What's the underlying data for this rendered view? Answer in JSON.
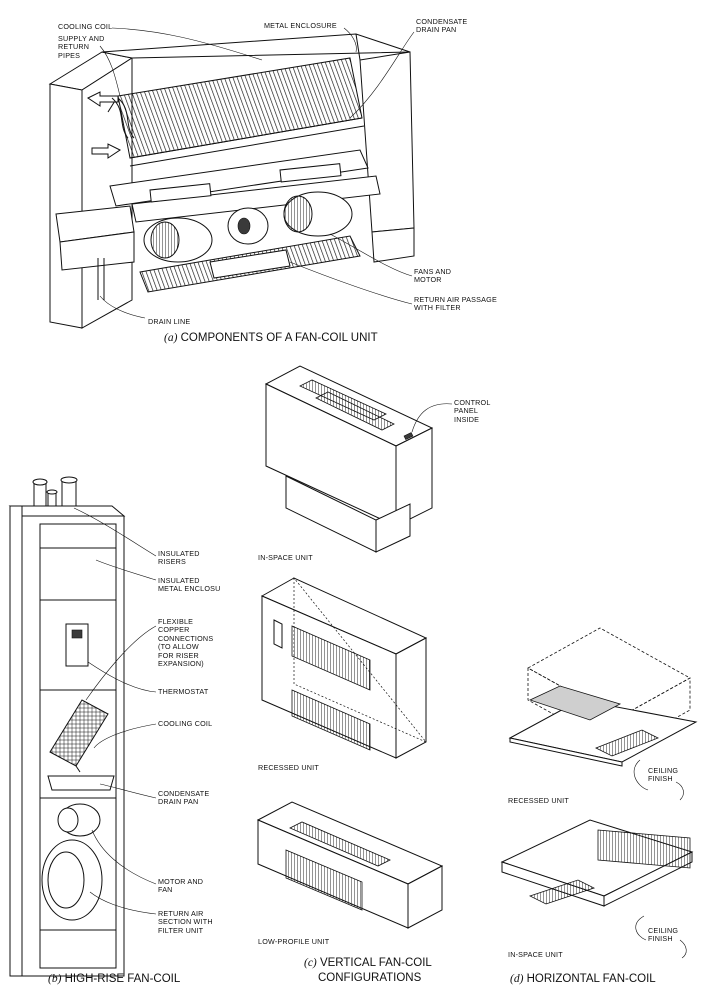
{
  "panel_a": {
    "labels": {
      "cooling_coil": "COOLING COIL",
      "supply_return_pipes": "SUPPLY AND\nRETURN\nPIPES",
      "metal_enclosure": "METAL ENCLOSURE",
      "condensate_drain_pan": "CONDENSATE\nDRAIN PAN",
      "fans_motor": "FANS AND\nMOTOR",
      "return_air_passage": "RETURN AIR PASSAGE\nWITH FILTER",
      "drain_line": "DRAIN LINE"
    },
    "caption_letter": "(a)",
    "caption": "COMPONENTS OF A FAN-COIL UNIT"
  },
  "panel_b": {
    "labels": {
      "insulated_risers": "INSULATED\nRISERS",
      "insulated_enclosure": "INSULATED\nMETAL ENCLOSU",
      "flexible_connections": "FLEXIBLE\nCOPPER\nCONNECTIONS\n(TO ALLOW\nFOR RISER\nEXPANSION)",
      "thermostat": "THERMOSTAT",
      "cooling_coil": "COOLING COIL",
      "condensate_drain_pan": "CONDENSATE\nDRAIN PAN",
      "motor_fan": "MOTOR AND\nFAN",
      "return_air_section": "RETURN AIR\nSECTION WITH\nFILTER UNIT"
    },
    "caption_letter": "(b)",
    "caption": "HIGH-RISE FAN-COIL"
  },
  "panel_c": {
    "labels": {
      "control_panel": "CONTROL\nPANEL\nINSIDE",
      "in_space_unit": "IN-SPACE UNIT",
      "recessed_unit": "RECESSED UNIT",
      "low_profile_unit": "LOW-PROFILE UNIT"
    },
    "caption_letter": "(c)",
    "caption_line1": "VERTICAL FAN-COIL",
    "caption_line2": "CONFIGURATIONS"
  },
  "panel_d": {
    "labels": {
      "ceiling_finish_1": "CEILING\nFINISH",
      "recessed_unit": "RECESSED UNIT",
      "ceiling_finish_2": "CEILING\nFINISH",
      "in_space_unit": "IN-SPACE UNIT"
    },
    "caption_letter": "(d)",
    "caption": "HORIZONTAL FAN-COIL"
  }
}
